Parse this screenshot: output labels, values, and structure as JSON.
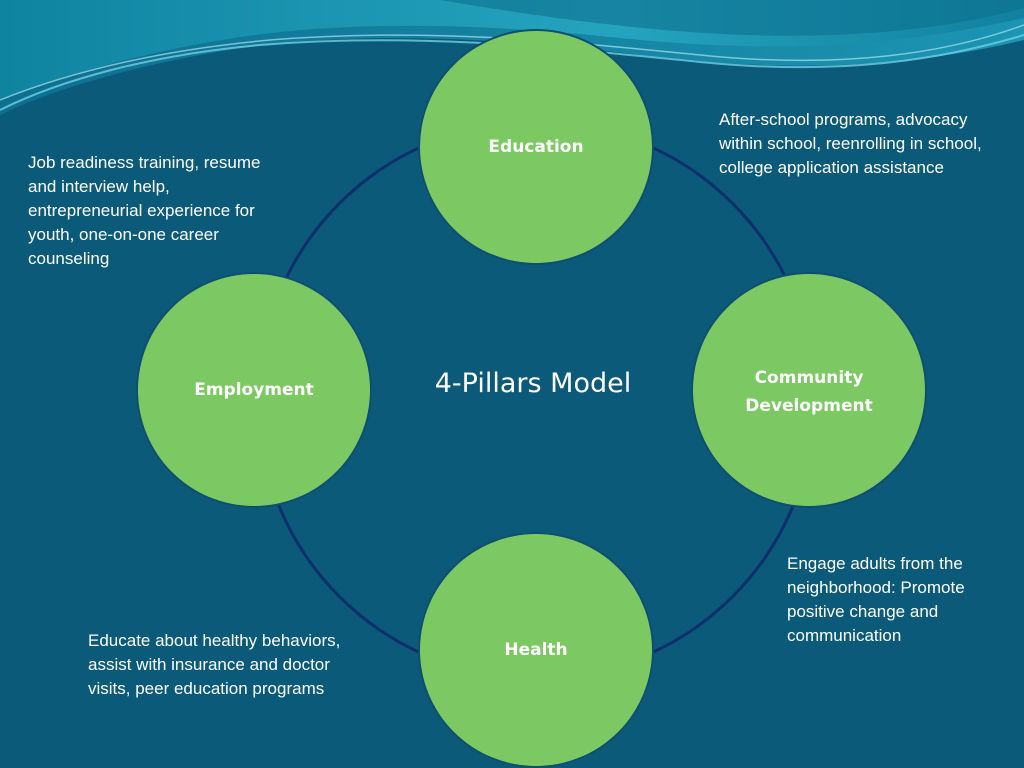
{
  "slide": {
    "title": "4-Pillars Model",
    "background_color": "#0b5a79",
    "pillar_color": "#7cc963",
    "ring_color": "#0d2f6b"
  },
  "pillars": {
    "education": {
      "label": "Education",
      "description": "After-school programs, advocacy within school, reenrolling in school, college application assistance"
    },
    "community": {
      "label": "Community Development",
      "description": "Engage adults from the neighborhood: Promote positive change and communication"
    },
    "employment": {
      "label": "Employment",
      "description": "Job readiness training, resume and interview help, entrepreneurial experience for youth, one-on-one career counseling"
    },
    "health": {
      "label": "Health",
      "description": "Educate about healthy behaviors, assist with insurance and doctor visits, peer education programs"
    }
  }
}
